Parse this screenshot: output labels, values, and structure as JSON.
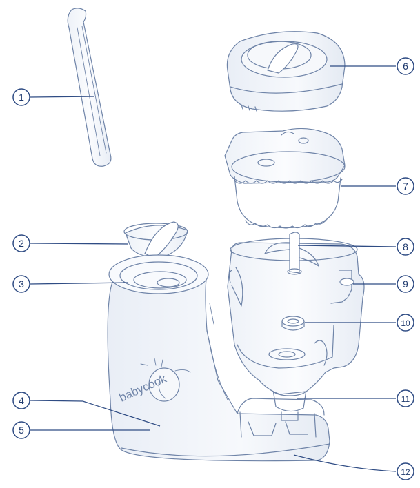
{
  "diagram": {
    "brand_text": "babycook",
    "callouts": [
      "1",
      "2",
      "3",
      "4",
      "5",
      "6",
      "7",
      "8",
      "9",
      "10",
      "11",
      "12"
    ]
  },
  "colors": {
    "outline": "#6f84a8",
    "leader": "#2f4c84",
    "fill": "#f1f4f9",
    "fill_glass": "#f6f8fb",
    "badge_text": "#1f3a6e"
  }
}
